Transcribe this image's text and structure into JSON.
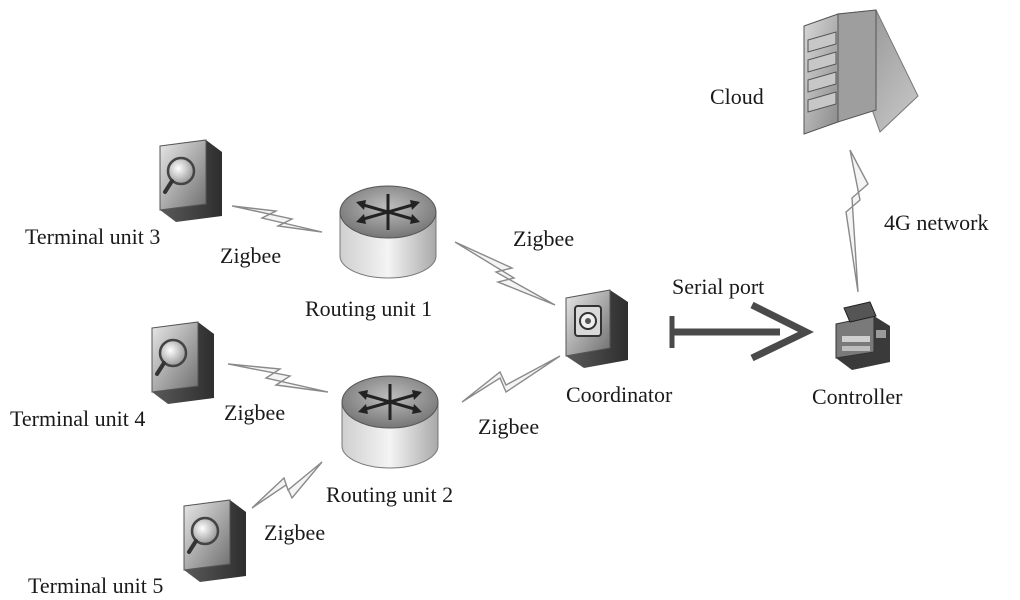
{
  "nodes": {
    "cloud": "Cloud",
    "terminal3": "Terminal unit 3",
    "terminal4": "Terminal unit 4",
    "terminal5": "Terminal unit 5",
    "routing1": "Routing unit 1",
    "routing2": "Routing unit 2",
    "coordinator": "Coordinator",
    "controller": "Controller"
  },
  "links": {
    "t3_r1": "Zigbee",
    "r1_coord": "Zigbee",
    "t4_r2": "Zigbee",
    "r2_coord": "Zigbee",
    "t5_r2": "Zigbee",
    "coord_ctrl": "Serial port",
    "cloud_ctrl": "4G network"
  },
  "icons": {
    "terminal": "magnifier-terminal-icon",
    "router": "router-icon",
    "coordinator": "coordinator-icon",
    "controller": "printer-controller-icon",
    "cloud": "server-cloud-icon"
  }
}
